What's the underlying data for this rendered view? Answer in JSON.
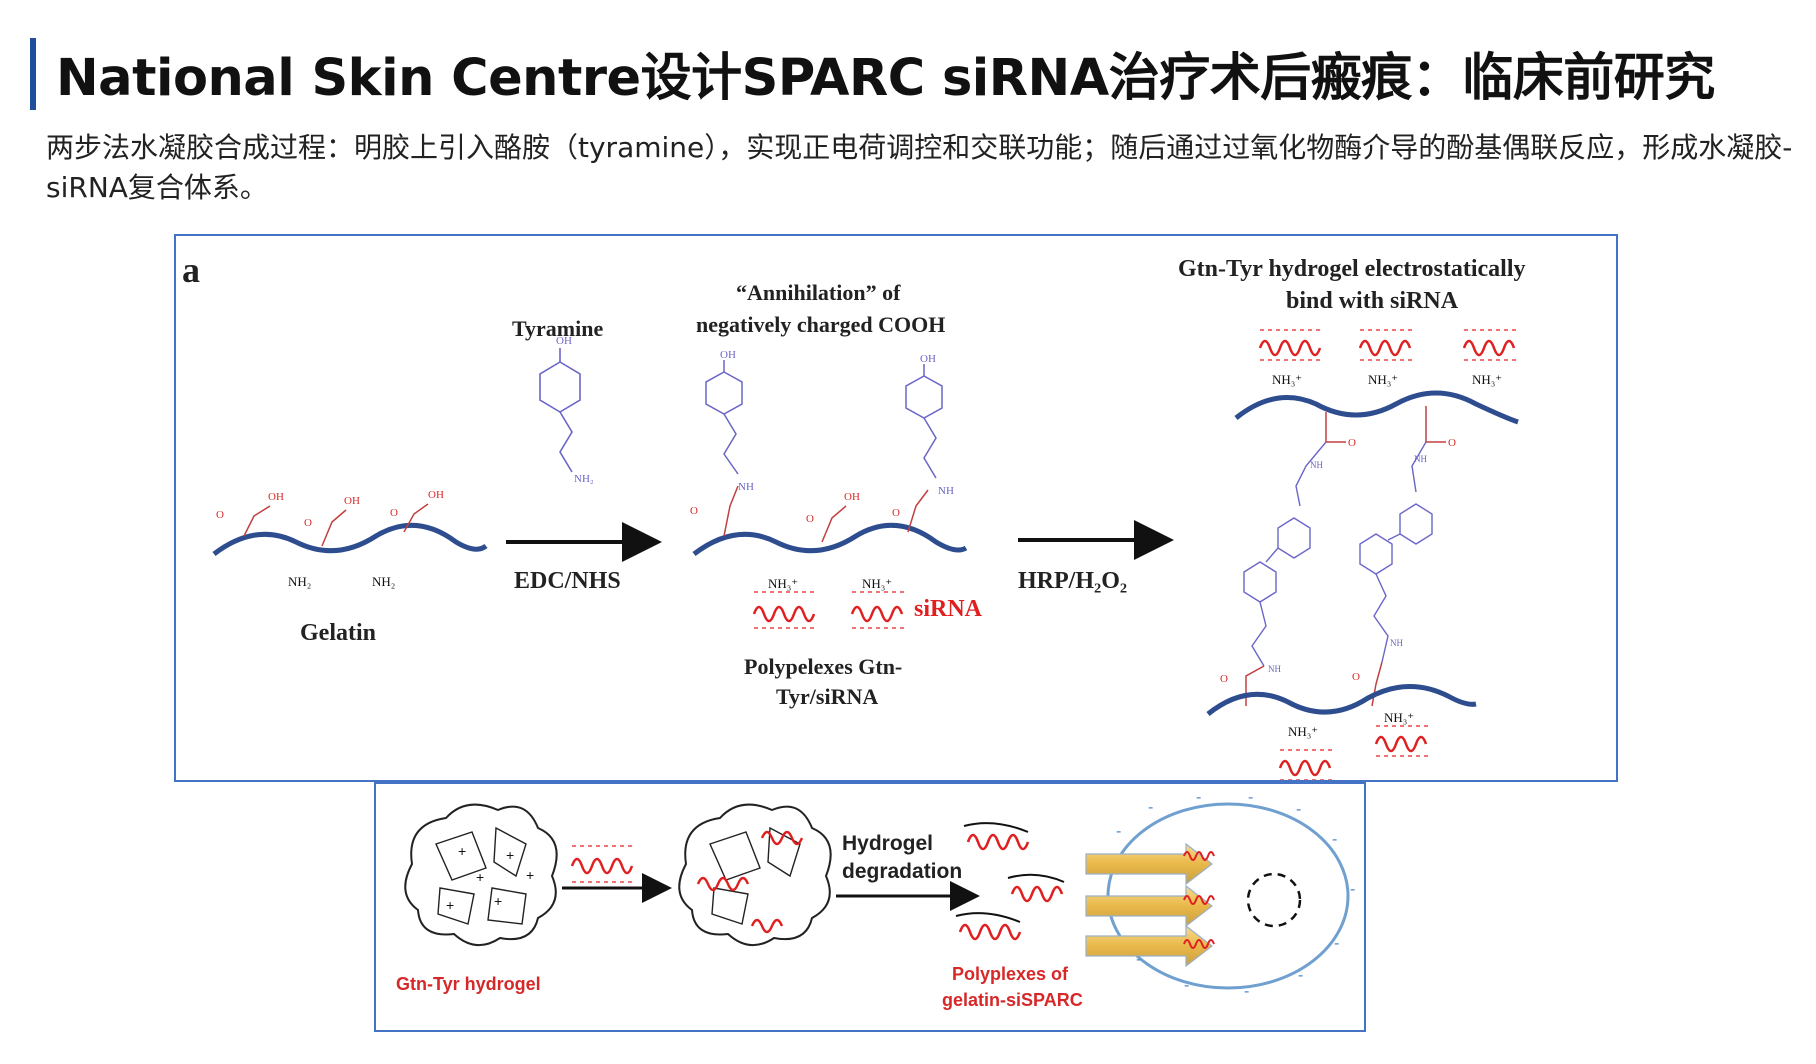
{
  "header": {
    "title": "National Skin Centre设计SPARC siRNA治疗术后瘢痕：临床前研究",
    "subtitle": "两步法水凝胶合成过程：明胶上引入酪胺（tyramine），实现正电荷调控和交联功能；随后通过过氧化物酶介导的酚基偶联反应，形成水凝胶-siRNA复合体系。"
  },
  "panel_a": {
    "panel_letter": "a",
    "gelatin_label": "Gelatin",
    "tyramine_label": "Tyramine",
    "step1_reagent": "EDC/NHS",
    "annihilation_line1": "“Annihilation” of",
    "annihilation_line2": "negatively charged COOH",
    "sirna_label": "siRNA",
    "polyplex_line1": "Polypelexes Gtn-",
    "polyplex_line2": "Tyr/siRNA",
    "step2_reagent": "HRP/H₂O₂",
    "hydrogel_line1": "Gtn-Tyr hydrogel electrostatically",
    "hydrogel_line2": "bind with siRNA",
    "chem": {
      "oh": "OH",
      "o": "O",
      "nh": "NH",
      "nh2": "NH₂",
      "nh3": "NH₃⁺"
    }
  },
  "panel_b": {
    "hydrogel_label": "Gtn-Tyr hydrogel",
    "degradation_line1": "Hydrogel",
    "degradation_line2": "degradation",
    "polyplex_line1": "Polyplexes of",
    "polyplex_line2": "gelatin-siSPARC"
  },
  "colors": {
    "accent_bar": "#1f4e9a",
    "panel_border": "#4472c4",
    "backbone": "#2e4d8f",
    "tyramine": "#6a66c8",
    "carboxyl": "#d62828",
    "sirna": "#e02020",
    "cell_border": "#6fa0d0",
    "arrow_fill": "#f0c060"
  }
}
